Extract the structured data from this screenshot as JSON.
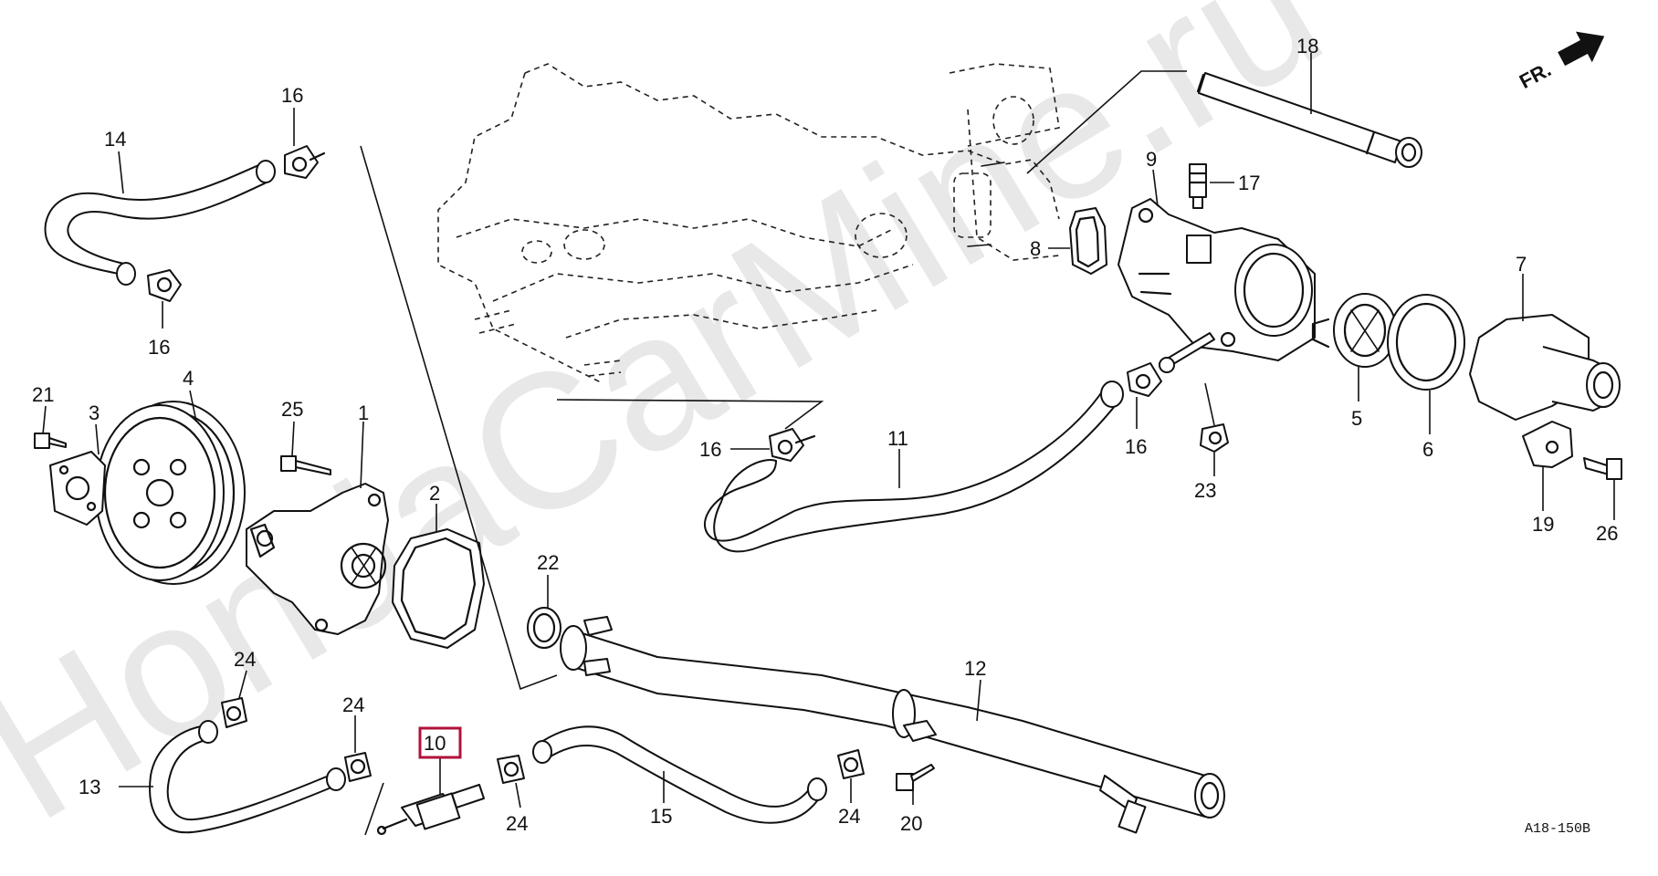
{
  "diagram": {
    "reference_code": "A18-150B",
    "front_indicator": "FR.",
    "watermark": "HondaCarMine.ru",
    "highlighted_part": "10",
    "colors": {
      "highlight": "#b0123a",
      "ink": "#111111",
      "watermark": "#d6d6d6"
    },
    "callouts": {
      "c1": "1",
      "c2": "2",
      "c3": "3",
      "c4": "4",
      "c5": "5",
      "c6": "6",
      "c7": "7",
      "c8": "8",
      "c9": "9",
      "c10": "10",
      "c11": "11",
      "c12": "12",
      "c13": "13",
      "c14": "14",
      "c15": "15",
      "c16a": "16",
      "c16b": "16",
      "c16c": "16",
      "c16d": "16",
      "c17": "17",
      "c18": "18",
      "c19": "19",
      "c20": "20",
      "c21": "21",
      "c22": "22",
      "c23": "23",
      "c24a": "24",
      "c24b": "24",
      "c24c": "24",
      "c24d": "24",
      "c25": "25",
      "c26": "26"
    }
  }
}
